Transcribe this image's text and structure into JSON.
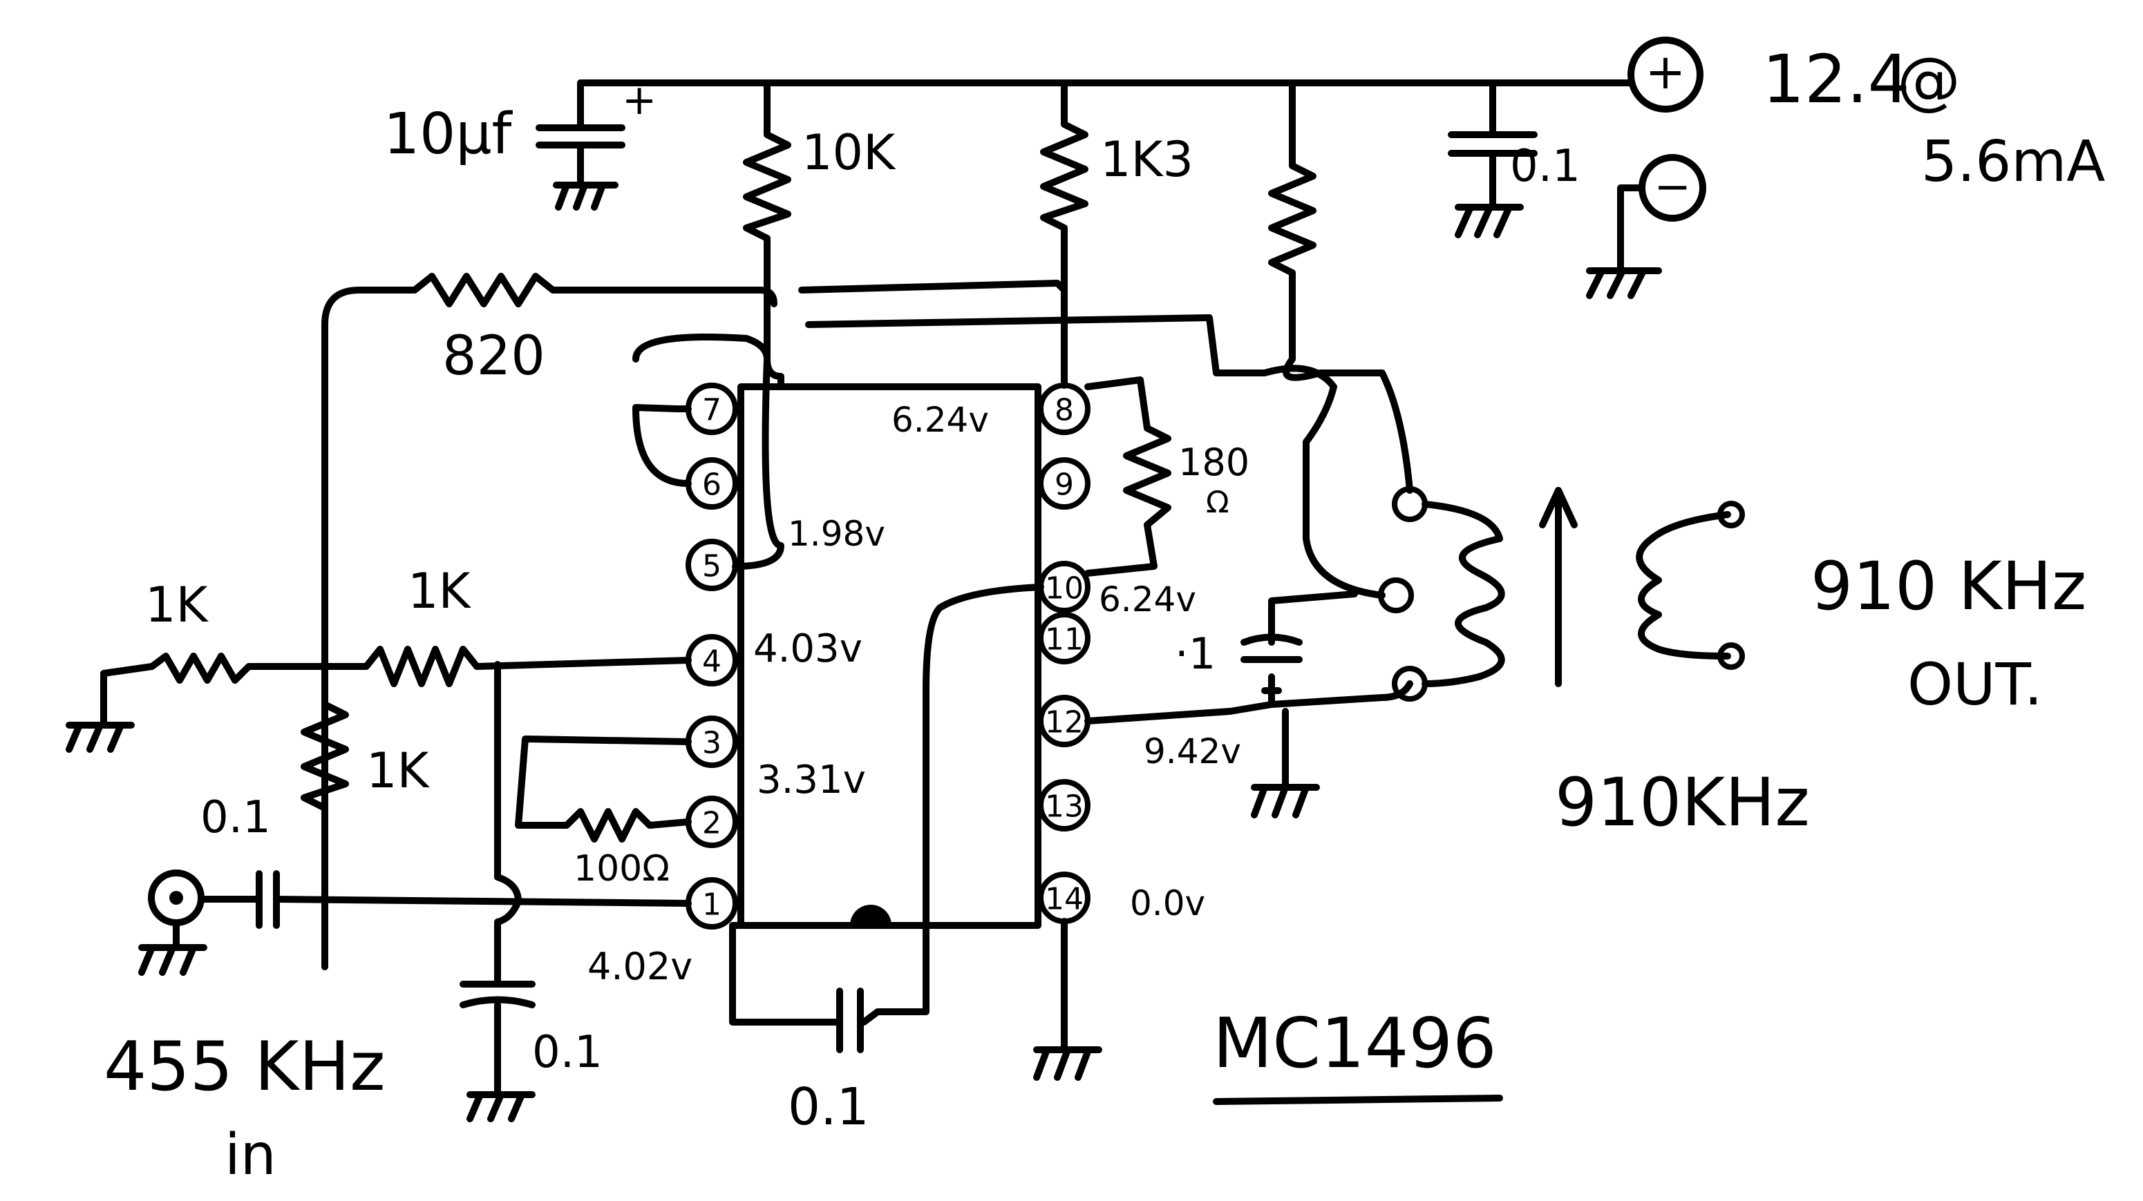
{
  "chip": {
    "part": "MC1496",
    "pins": [
      {
        "num": "1",
        "voltage": "4.02v"
      },
      {
        "num": "2",
        "voltage": ""
      },
      {
        "num": "3",
        "voltage": ""
      },
      {
        "num": "4",
        "voltage": "4.03v"
      },
      {
        "num": "5",
        "voltage": "1.98v"
      },
      {
        "num": "6",
        "voltage": ""
      },
      {
        "num": "7",
        "voltage": ""
      },
      {
        "num": "8",
        "voltage": "6.24v"
      },
      {
        "num": "9",
        "voltage": ""
      },
      {
        "num": "10",
        "voltage": "6.24v"
      },
      {
        "num": "11",
        "voltage": ""
      },
      {
        "num": "12",
        "voltage": "9.42v"
      },
      {
        "num": "13",
        "voltage": ""
      },
      {
        "num": "14",
        "voltage": "0.0v"
      }
    ],
    "pin3_voltage": "3.31v"
  },
  "supply": {
    "plus_symbol": "+",
    "minus_symbol": "−",
    "voltage": "12.4",
    "at_symbol": "@",
    "current": "5.6mA"
  },
  "components": {
    "c_bypass_top": "10μf",
    "c_bypass_polarity": "+",
    "r_top_left": "10K",
    "r_top_mid": "1K3",
    "r_820": "820",
    "c_supply": "0.1",
    "r_180": "180",
    "r_180_unit": "Ω",
    "r_in_series": "1K",
    "r_in_to_4": "1K",
    "r_in_shunt": "1K",
    "c_in": "0.1",
    "r_100": "100Ω",
    "c_pin1": "0.1",
    "c_bottom": "0.1",
    "c_pin12": "·1"
  },
  "signals": {
    "input_freq": "455 KHz",
    "input_word": "in",
    "output_freq": "910 KHz",
    "output_word": "OUT.",
    "tank_freq": "910KHz"
  }
}
